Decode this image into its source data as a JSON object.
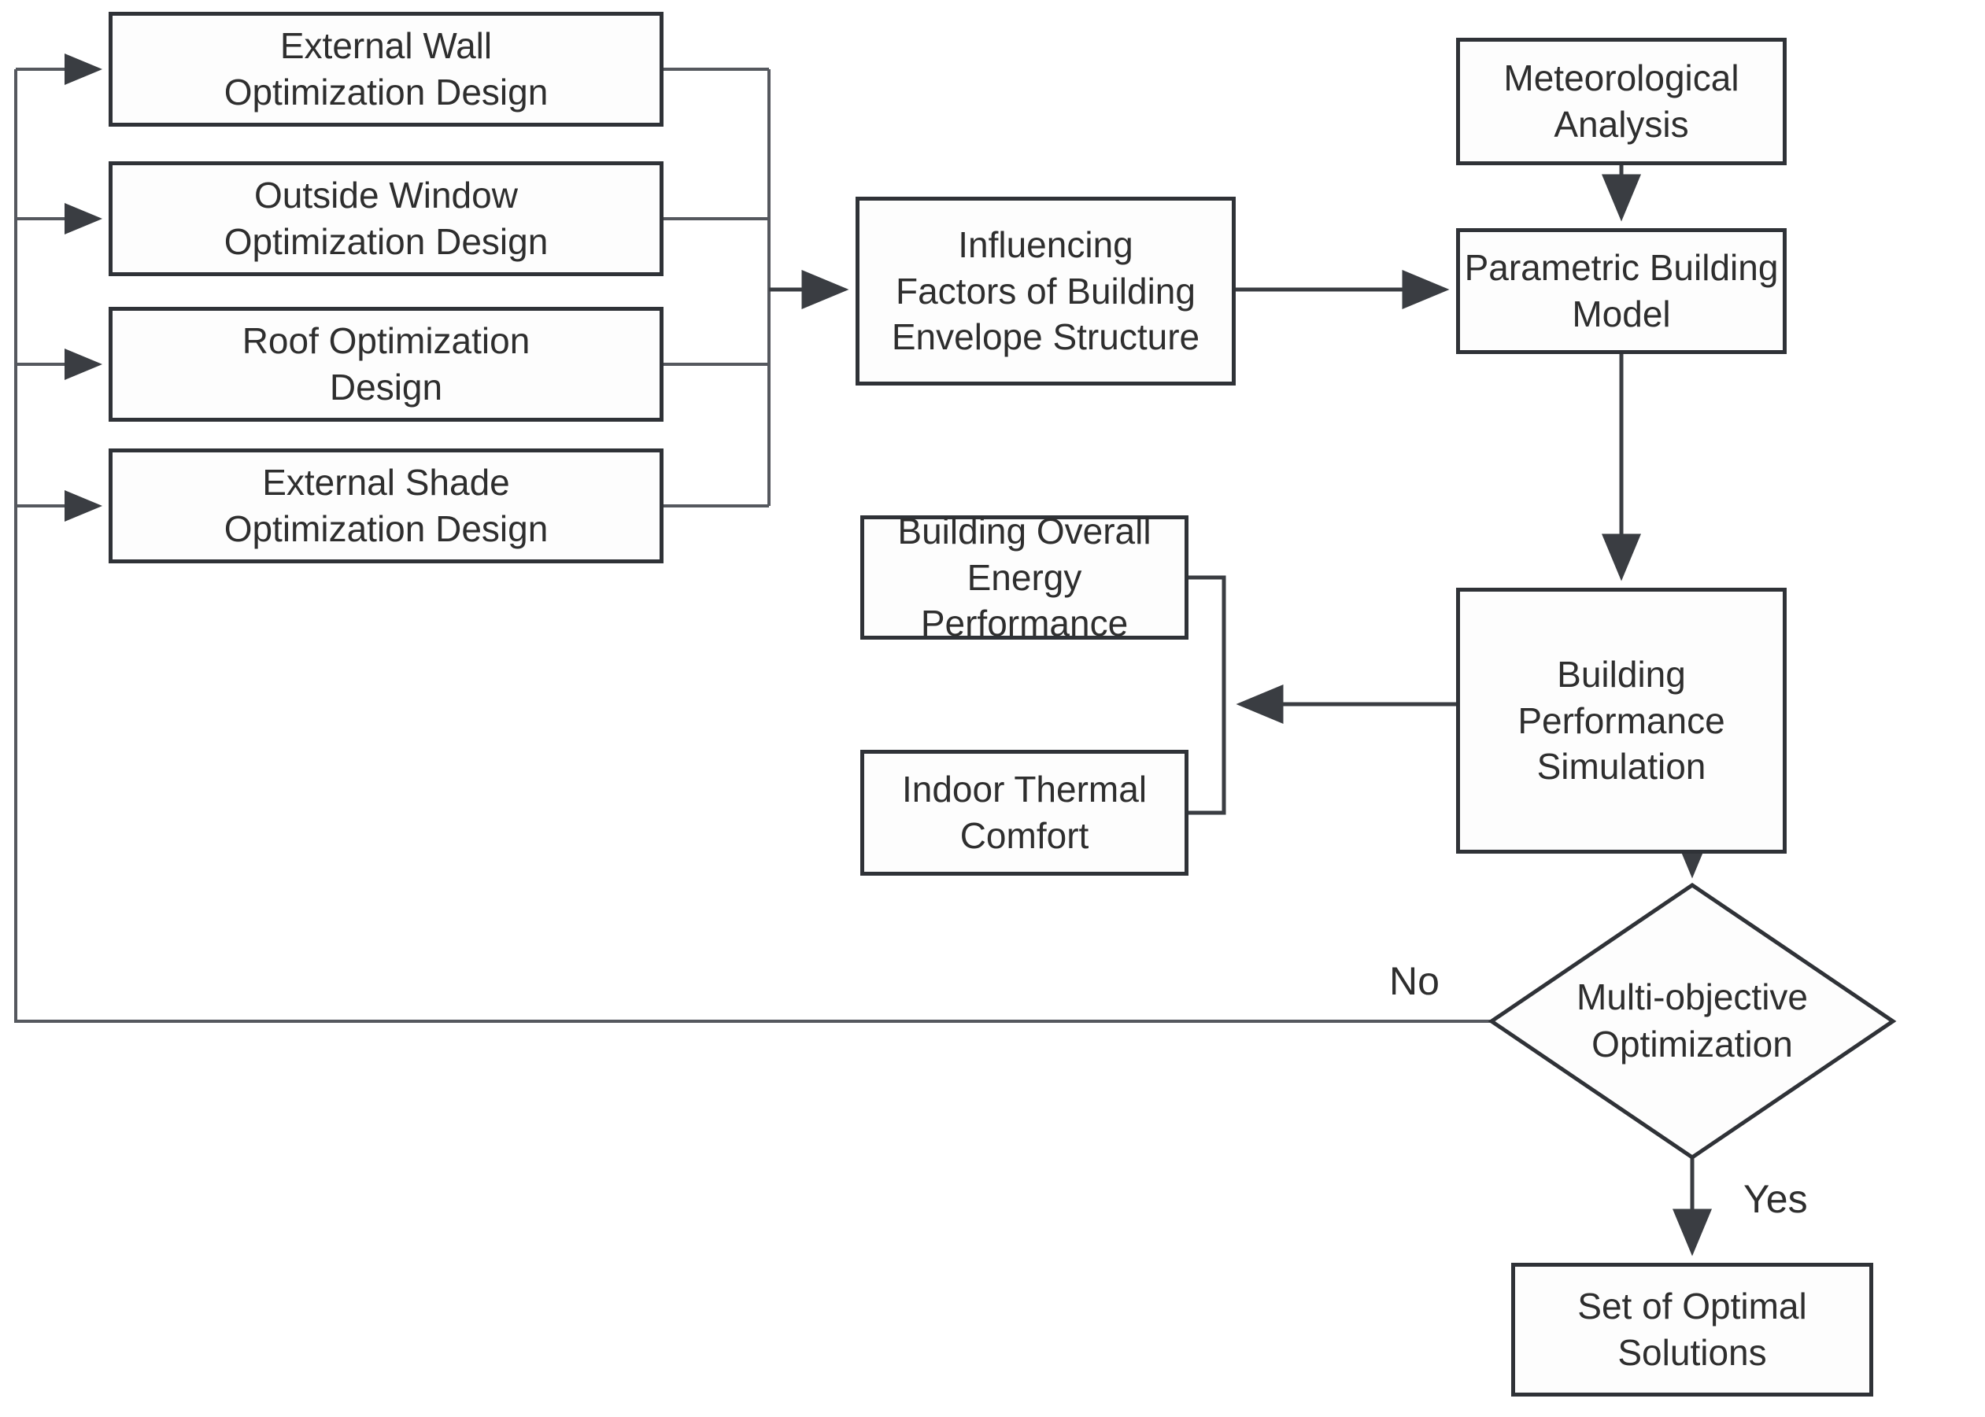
{
  "diagram": {
    "nodes": {
      "external_wall": {
        "label": "External Wall\nOptimization Design"
      },
      "outside_window": {
        "label": "Outside Window\nOptimization Design"
      },
      "roof": {
        "label": "Roof Optimization\nDesign"
      },
      "external_shade": {
        "label": "External Shade\nOptimization Design"
      },
      "influencing_factors": {
        "label": "Influencing\nFactors of Building\nEnvelope Structure"
      },
      "meteorological": {
        "label": "Meteorological\nAnalysis"
      },
      "parametric_model": {
        "label": "Parametric Building\nModel"
      },
      "building_performance": {
        "label": "Building\nPerformance\nSimulation"
      },
      "overall_energy": {
        "label": "Building Overall\nEnergy Performance"
      },
      "indoor_comfort": {
        "label": "Indoor Thermal\nComfort"
      },
      "multi_objective": {
        "label": "Multi-objective\nOptimization"
      },
      "optimal_solutions": {
        "label": "Set of Optimal\nSolutions"
      }
    },
    "edge_labels": {
      "no": "No",
      "yes": "Yes"
    },
    "colors": {
      "border": "#2f3237",
      "line": "#3a3d42",
      "feedback_line": "#55585e",
      "text": "#2e2e2e",
      "background": "#ffffff"
    }
  }
}
